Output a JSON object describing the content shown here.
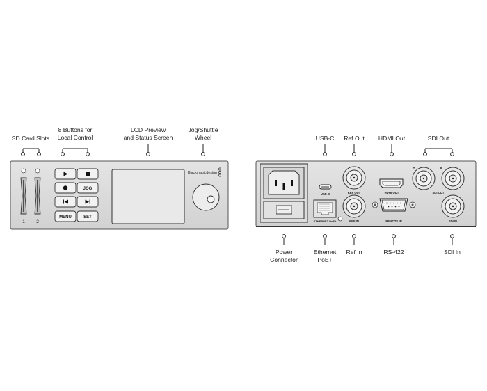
{
  "callouts": {
    "sd_card_slots": "SD Card Slots",
    "buttons": "8 Buttons for\nLocal Control",
    "lcd": "LCD Preview\nand Status Screen",
    "jog_wheel": "Jog/Shuttle\nWheel",
    "usb_c": "USB-C",
    "ref_out": "Ref Out",
    "hdmi_out": "HDMI Out",
    "sdi_out": "SDI Out",
    "power": "Power\nConnector",
    "ethernet": "Ethernet\nPoE+",
    "ref_in": "Ref In",
    "rs422": "RS-422",
    "sdi_in": "SDI In"
  },
  "front_panel": {
    "slot_1": "1",
    "slot_2": "2",
    "btn_jog": "JOG",
    "btn_menu": "MENU",
    "btn_set": "SET",
    "brand": "Blackmagicdesign"
  },
  "rear_panel": {
    "usb_c": "USB-C",
    "ethernet": "ETHERNET PoE+",
    "ref_out": "REF OUT",
    "ref_in": "REF IN",
    "hdmi_out": "HDMI OUT",
    "remote_in": "REMOTE IN",
    "sdi_out": "SDI OUT",
    "sdi_in": "SDI IN",
    "sdi_a": "A",
    "sdi_b": "B"
  }
}
